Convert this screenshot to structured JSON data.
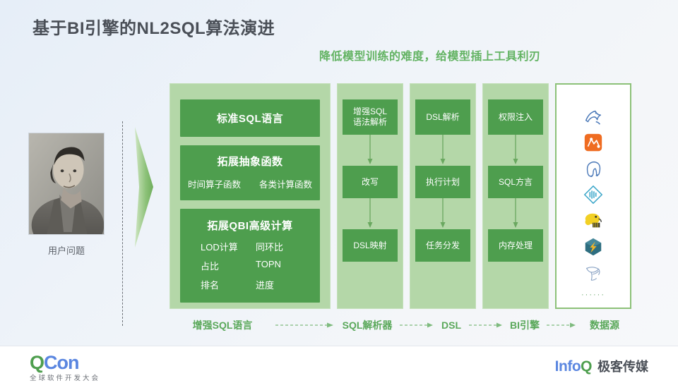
{
  "slide": {
    "title": "基于BI引擎的NL2SQL算法演进",
    "subtitle": "降低模型训练的难度，给模型插上工具利刃"
  },
  "left": {
    "portrait_label": "用户问题",
    "portrait_icon": "portrait-photo",
    "arrow_icon": "chevron-right-icon",
    "divider_icon": "dashed-vertical-divider"
  },
  "pipeline": {
    "enhanced_sql": {
      "rail_label": "增强SQL语言",
      "blocks": [
        {
          "title": "标准SQL语言",
          "items": []
        },
        {
          "title": "拓展抽象函数",
          "items": [
            "时间算子函数",
            "各类计算函数"
          ]
        },
        {
          "title": "拓展QBI高级计算",
          "items": [
            "LOD计算",
            "同环比",
            "占比",
            "TOPN",
            "排名",
            "进度"
          ]
        }
      ]
    },
    "columns": [
      {
        "rail_label": "SQL解析器",
        "steps": [
          "增强SQL\n语法解析",
          "改写",
          "DSL映射"
        ]
      },
      {
        "rail_label": "DSL",
        "steps": [
          "DSL解析",
          "执行计划",
          "任务分发"
        ]
      },
      {
        "rail_label": "BI引擎",
        "steps": [
          "权限注入",
          "SQL方言",
          "内存处理"
        ]
      }
    ],
    "datasource": {
      "rail_label": "数据源",
      "logos": [
        "mysql-logo",
        "analyticdb-logo",
        "postgresql-logo",
        "doris-logo",
        "hive-logo",
        "spark-logo",
        "presto-logo"
      ],
      "more": "······"
    },
    "rail_arrow_icon": "dashed-arrow-right-icon"
  },
  "footer": {
    "qcon_q": "Q",
    "qcon_con": "Con",
    "qcon_sub": "全球软件开发大会",
    "infoq_info": "Info",
    "infoq_q": "Q",
    "infoq_cn": "极客传媒"
  },
  "colors": {
    "box_green": "#4e9e4e",
    "panel_green": "#b4d7a8",
    "accent_green": "#63b363",
    "title_gray": "#4a4f57",
    "brand_blue": "#5a86e0"
  }
}
